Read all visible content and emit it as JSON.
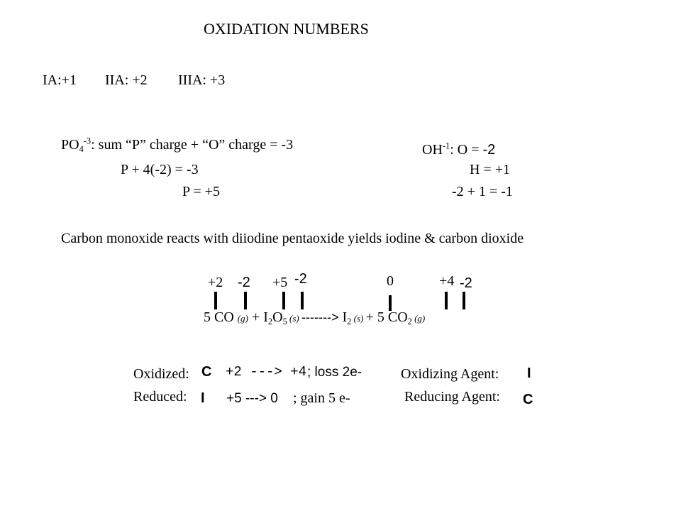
{
  "title": "OXIDATION  NUMBERS",
  "groups": {
    "ia": "IA:+1",
    "iia": "IIA: +2",
    "iiia": "IIIA: +3"
  },
  "phosphate": {
    "ion": "PO",
    "ion_sub": "4",
    "ion_sup": "-3",
    "rule": ":  sum “P” charge + “O” charge = -3",
    "eq1": "P  + 4(-2) = -3",
    "eq2": "P = +5"
  },
  "hydroxide": {
    "ion": "OH",
    "ion_sup": "-1",
    "o_label": ":  O = ",
    "o_value": "-2",
    "h_label": "H = ",
    "h_value": "+1",
    "sum": "-2 + 1 = -1"
  },
  "reaction_text": "Carbon monoxide reacts with diiodine pentaoxide yields iodine & carbon dioxide",
  "ox_numbers": {
    "c_co": "+2",
    "o_co": "-2",
    "i_i2o5": "+5",
    "o_i2o5": "-2",
    "i_i2": "0",
    "c_co2": "+4",
    "o_co2": "-2"
  },
  "equation": {
    "coef1": "5 CO ",
    "state1": "(g)",
    "plus1": " + I",
    "i_sub": "2",
    "o": "O",
    "o_sub": "5",
    "state2": " (s) ",
    "arrow": "------->",
    "prod1": " I",
    "prod1_sub": "2",
    "state3": " (s) ",
    "plus2": "+ 5 CO",
    "co2_sub": "2",
    "state4": " (g)"
  },
  "summary": {
    "oxidized_label": "Oxidized:",
    "oxidized_element": "C",
    "oxidized_change": "+2 ---> +4",
    "oxidized_loss": "; loss 2e-",
    "reduced_label": "Reduced:",
    "reduced_element": "I",
    "reduced_change": "+5 ---> 0",
    "reduced_gain": "; gain 5 e-",
    "oxidizing_label": "Oxidizing Agent:",
    "oxidizing_element": "I",
    "reducing_label": "Reducing Agent:",
    "reducing_element": "C"
  }
}
